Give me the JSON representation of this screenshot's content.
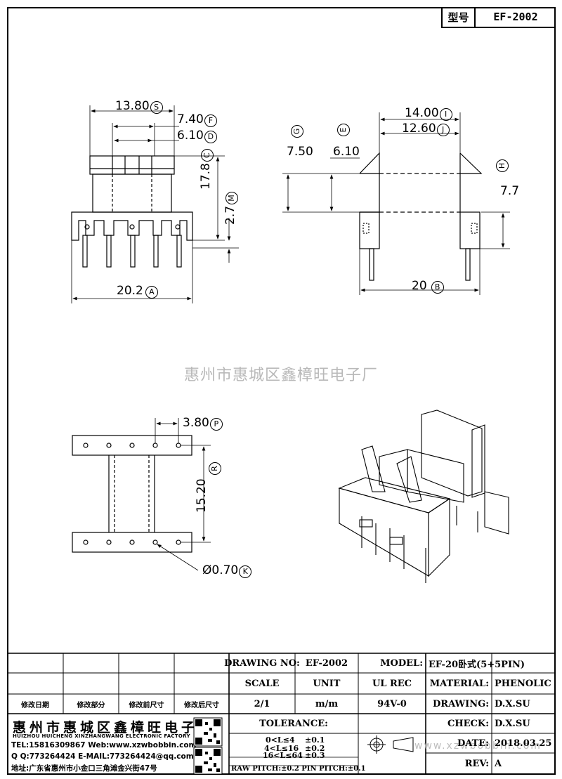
{
  "header": {
    "model_key": "型号",
    "model_value": "EF-2002"
  },
  "watermark": "惠州市惠城区鑫樟旺电子厂",
  "dims": {
    "d13_80": "13.80",
    "tag_S": "S",
    "d7_40": "7.40",
    "tag_F": "F",
    "d6_10a": "6.10",
    "tag_D": "D",
    "d17_8": "17.8",
    "tag_C": "C",
    "d2_7": "2.7",
    "tag_M": "M",
    "d20_2": "20.2",
    "tag_A": "A",
    "d14_00": "14.00",
    "tag_I": "I",
    "d12_60": "12.60",
    "tag_J": "J",
    "tag_G": "G",
    "tag_E": "E",
    "tag_H": "H",
    "d7_50": "7.50",
    "d6_10b": "6.10",
    "d7_7": "7.7",
    "d20": "20",
    "tag_B": "B",
    "d3_80": "3.80",
    "tag_P": "P",
    "d15_20": "15.20",
    "tag_R": "R",
    "d0_70": "Ø0.70",
    "tag_K": "K"
  },
  "title_block": {
    "rev_labels": [
      "修改日期",
      "修改部分",
      "修改前尺寸",
      "修改后尺寸"
    ],
    "drawing_no_label": "DRAWING NO:",
    "drawing_no_value": "EF-2002",
    "model_label": "MODEL:",
    "model_value": "EF-20卧式(5+5PIN)",
    "scale_label": "SCALE",
    "unit_label": "UNIT",
    "ul_label": "UL REC",
    "material_label": "MATERIAL:",
    "material_value": "PHENOLIC",
    "scale_value": "2/1",
    "unit_value": "m/m",
    "ul_value": "94V-0",
    "drawing_label": "DRAWING:",
    "drawing_value": "D.X.SU",
    "tolerance_label": "TOLERANCE:",
    "check_label": "CHECK:",
    "check_value": "D.X.SU",
    "date_label": "DATE:",
    "date_value": "2018.03.25",
    "rev_label": "REV:",
    "rev_value": "A",
    "tolerances": [
      {
        "range": "0<L≤4",
        "tol": "±0.1"
      },
      {
        "range": "4<L≤16",
        "tol": "±0.2"
      },
      {
        "range": "16<L≤64",
        "tol": "±0.3"
      }
    ],
    "pitch": "RAW PITCH:±0.2 PIN PITCH:±0.1",
    "company_cn": "惠州市惠城区鑫樟旺电子厂",
    "company_en": "HUIZHOU HUICHENG XINZHANGWANG ELECTRONIC FACTORY",
    "tel_line": "TEL:15816309867 Web:www.xzwbobbin.com",
    "qq_line": "Q Q:773264424 E-MAIL:773264424@qq.com",
    "addr_line": "地址:广东省惠州市小金口三角滩金兴街47号",
    "site_watermark": "www.xzwbobbin.com"
  }
}
